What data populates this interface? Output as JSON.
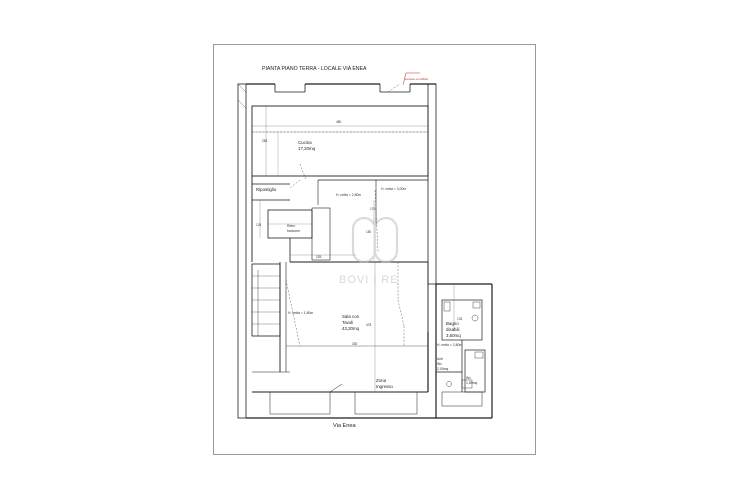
{
  "plan": {
    "title": "PIANTA PIANO TERRA - LOCALE VIA ENEA",
    "street": "Via Enea",
    "rooms": {
      "cucina_name": "Cucina",
      "cucina_area": "17,20mq",
      "ripostiglio": "Ripostiglio",
      "retro_name": "Retro",
      "retro_sub": "bancone",
      "sala_name": "Sala con",
      "sala_sub": "Tavoli",
      "sala_area": "43,20mq",
      "bagno_name": "Bagno",
      "bagno_sub": "disabili",
      "bagno_area": "3,60mq",
      "anti_name": "Anti",
      "anti_sub": "Wc",
      "anti_area": "2,00mq",
      "wc_name": "Wc",
      "wc_area": "1,80mq",
      "zona_name": "Zona",
      "zona_sub": "Ingresso"
    },
    "notes": {
      "h_cucina": "H. netta = 3,00m",
      "h_corridoio": "H. netta = 2,80m",
      "h_sala": "H. netta = 1,80m",
      "h_bagno": "H. netta = 2,80m",
      "red_note": "Accesso ai soffitto"
    },
    "dimensions": {
      "d1": "480",
      "d2": "283",
      "d3": "225",
      "d4": "125",
      "d5": "170",
      "d6": "150",
      "d7": "478",
      "d8": "330",
      "d9": "133"
    }
  },
  "watermark": {
    "brand": "BOVI | RE"
  },
  "colors": {
    "line": "#1e1e1e",
    "thin": "#555555",
    "watermark": "#bdbdbd",
    "note": "#cc2222"
  }
}
